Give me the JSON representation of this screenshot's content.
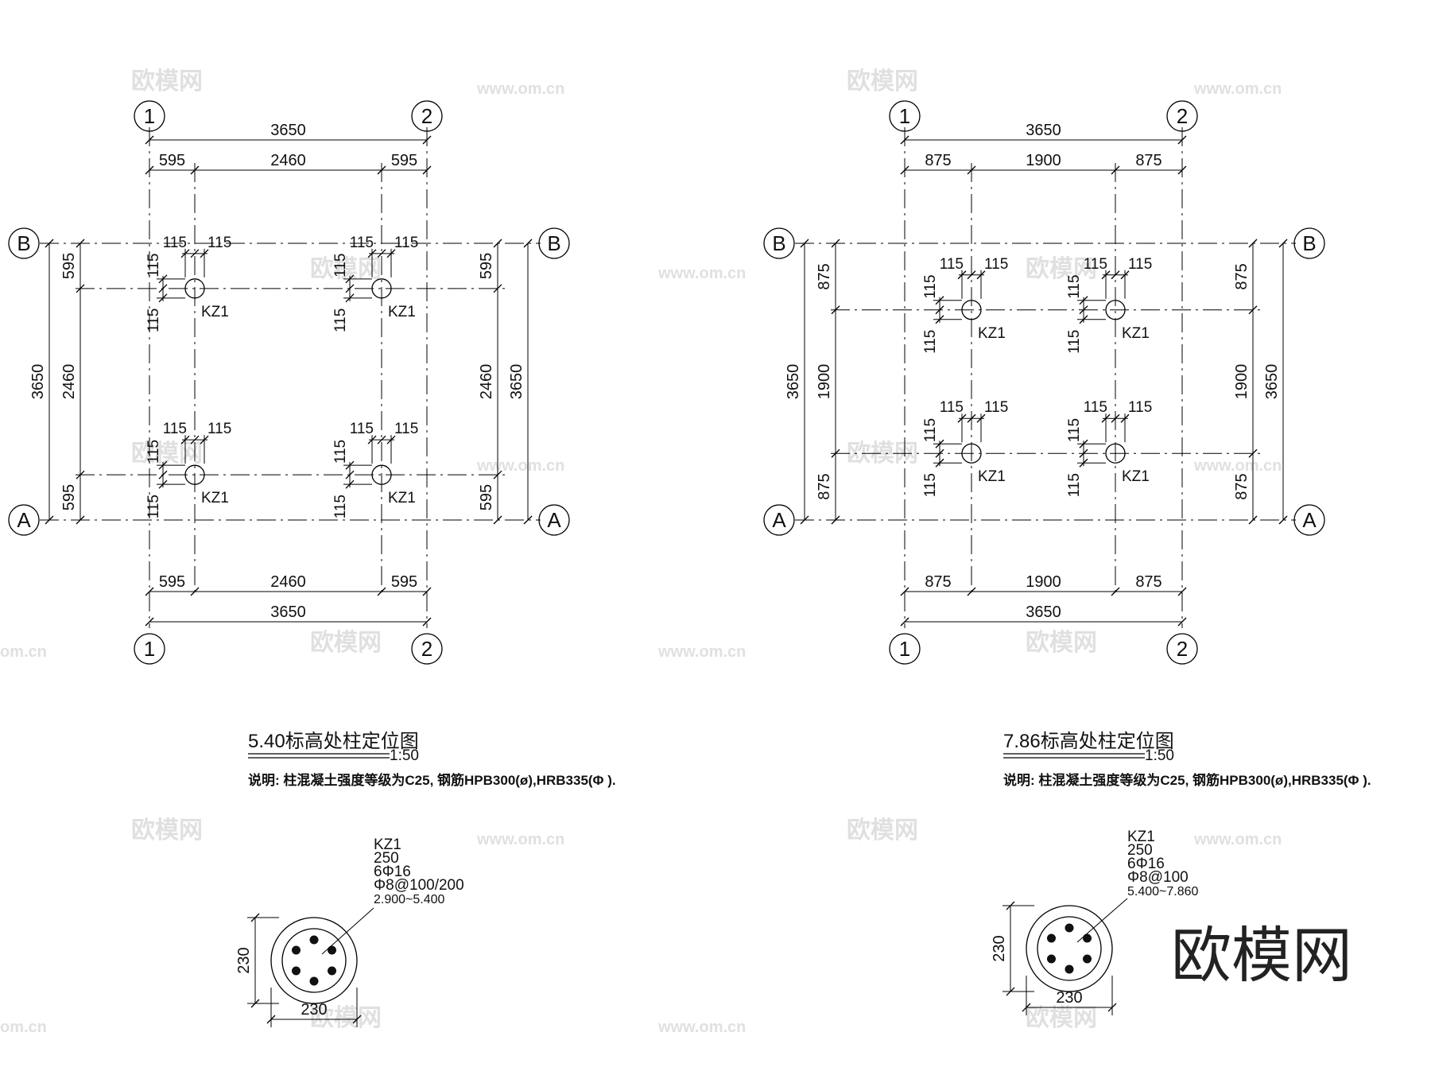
{
  "plans": [
    {
      "title": "5.40标高处柱定位图",
      "scale": "1:50",
      "note": "说明: 柱混凝土强度等级为C25, 钢筋HPB300(ø),HRB335(Φ ).",
      "axis_labels": {
        "col_left": "1",
        "col_right": "2",
        "row_top": "B",
        "row_bottom": "A"
      },
      "overall_dim": "3650",
      "outer_dim": "595",
      "inner_dim": "2460",
      "offset_dim": "115",
      "column_label": "KZ1"
    },
    {
      "title": "7.86标高处柱定位图",
      "scale": "1:50",
      "note": "说明: 柱混凝土强度等级为C25, 钢筋HPB300(ø),HRB335(Φ ).",
      "axis_labels": {
        "col_left": "1",
        "col_right": "2",
        "row_top": "B",
        "row_bottom": "A"
      },
      "overall_dim": "3650",
      "outer_dim": "875",
      "inner_dim": "1900",
      "offset_dim": "115",
      "column_label": "KZ1"
    }
  ],
  "sections": [
    {
      "id": "KZ1",
      "size": "250",
      "main_bars": "6Φ16",
      "stirrup": "Φ8@100/200",
      "range": "2.900~5.400",
      "dim_h": "230",
      "dim_w": "230"
    },
    {
      "id": "KZ1",
      "size": "250",
      "main_bars": "6Φ16",
      "stirrup": "Φ8@100",
      "range": "5.400~7.860",
      "dim_h": "230",
      "dim_w": "230"
    }
  ],
  "watermark": {
    "brand": "欧模网",
    "url": "www.om.cn",
    "url_short": "om.cn"
  }
}
